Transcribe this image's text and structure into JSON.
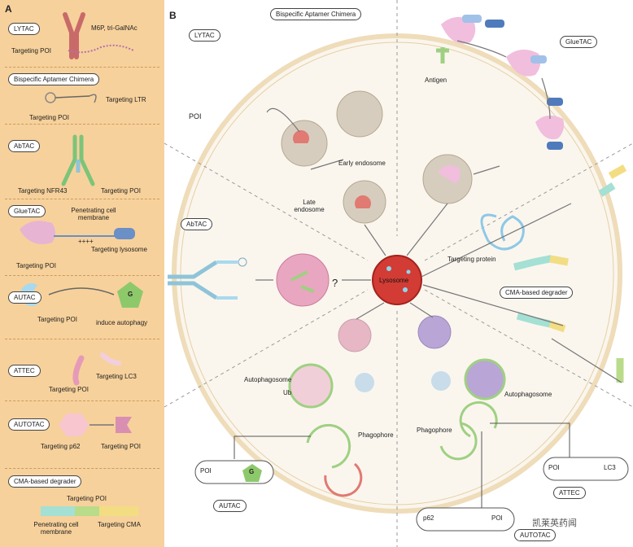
{
  "panel_a": {
    "letter": "A",
    "sections": [
      {
        "id": "lytac",
        "tag": "LYTAC",
        "labels": [
          "M6P, tri-GalNAc",
          "Targeting POI"
        ]
      },
      {
        "id": "bac",
        "tag": "Bispecific Aptamer Chimera",
        "labels": [
          "Targeting LTR",
          "Targeting POI"
        ]
      },
      {
        "id": "abtac",
        "tag": "AbTAC",
        "labels": [
          "Targeting NFR43",
          "Targeting POI"
        ]
      },
      {
        "id": "gluetac",
        "tag": "GlueTAC",
        "labels": [
          "Penetrating cell membrane",
          "++++",
          "Targeting lysosome",
          "Targeting POI"
        ]
      },
      {
        "id": "autac",
        "tag": "AUTAC",
        "labels": [
          "G",
          "Targeting POI",
          "induce autophagy"
        ]
      },
      {
        "id": "attec",
        "tag": "ATTEC",
        "labels": [
          "Targeting LC3",
          "Targeting POI"
        ]
      },
      {
        "id": "autotac",
        "tag": "AUTOTAC",
        "labels": [
          "Targeting p62",
          "Targeting POI"
        ]
      },
      {
        "id": "cma",
        "tag": "CMA-based degrader",
        "labels": [
          "Targeting POI",
          "Penetrating cell membrane",
          "Targeting CMA"
        ]
      }
    ]
  },
  "panel_b": {
    "letter": "B",
    "pills": {
      "lytac": "LYTAC",
      "bac": "Bispecific Aptamer Chimera",
      "gluetac": "GlueTAC",
      "abtac": "AbTAC",
      "cma": "CMA-based degrader",
      "autac": "AUTAC",
      "attec": "ATTEC",
      "autotac": "AUTOTAC"
    },
    "labels": {
      "poi": "POI",
      "early": "Early endosome",
      "late": "Late endosome",
      "antigen": "Antigen",
      "lysosome": "Lysosome",
      "question": "?",
      "targeting_protein": "Targeting protein",
      "autophagosome_left": "Autophagosome",
      "ub": "Ub",
      "autophagosome_right": "Autophagosome",
      "phagophore_left": "Phagophore",
      "phagophore_right": "Phagophore",
      "autac_poi": "POI",
      "autac_g": "G",
      "attec_poi": "POI",
      "attec_lc3": "LC3",
      "autotac_p62": "p62",
      "autotac_poi": "POI"
    }
  },
  "watermark": "凯莱英药闻",
  "colors": {
    "panel_a_bg": "#f7d19b",
    "lysosome": "#d23c35",
    "membrane": "#efdcb9",
    "poi": "#e07a72"
  }
}
